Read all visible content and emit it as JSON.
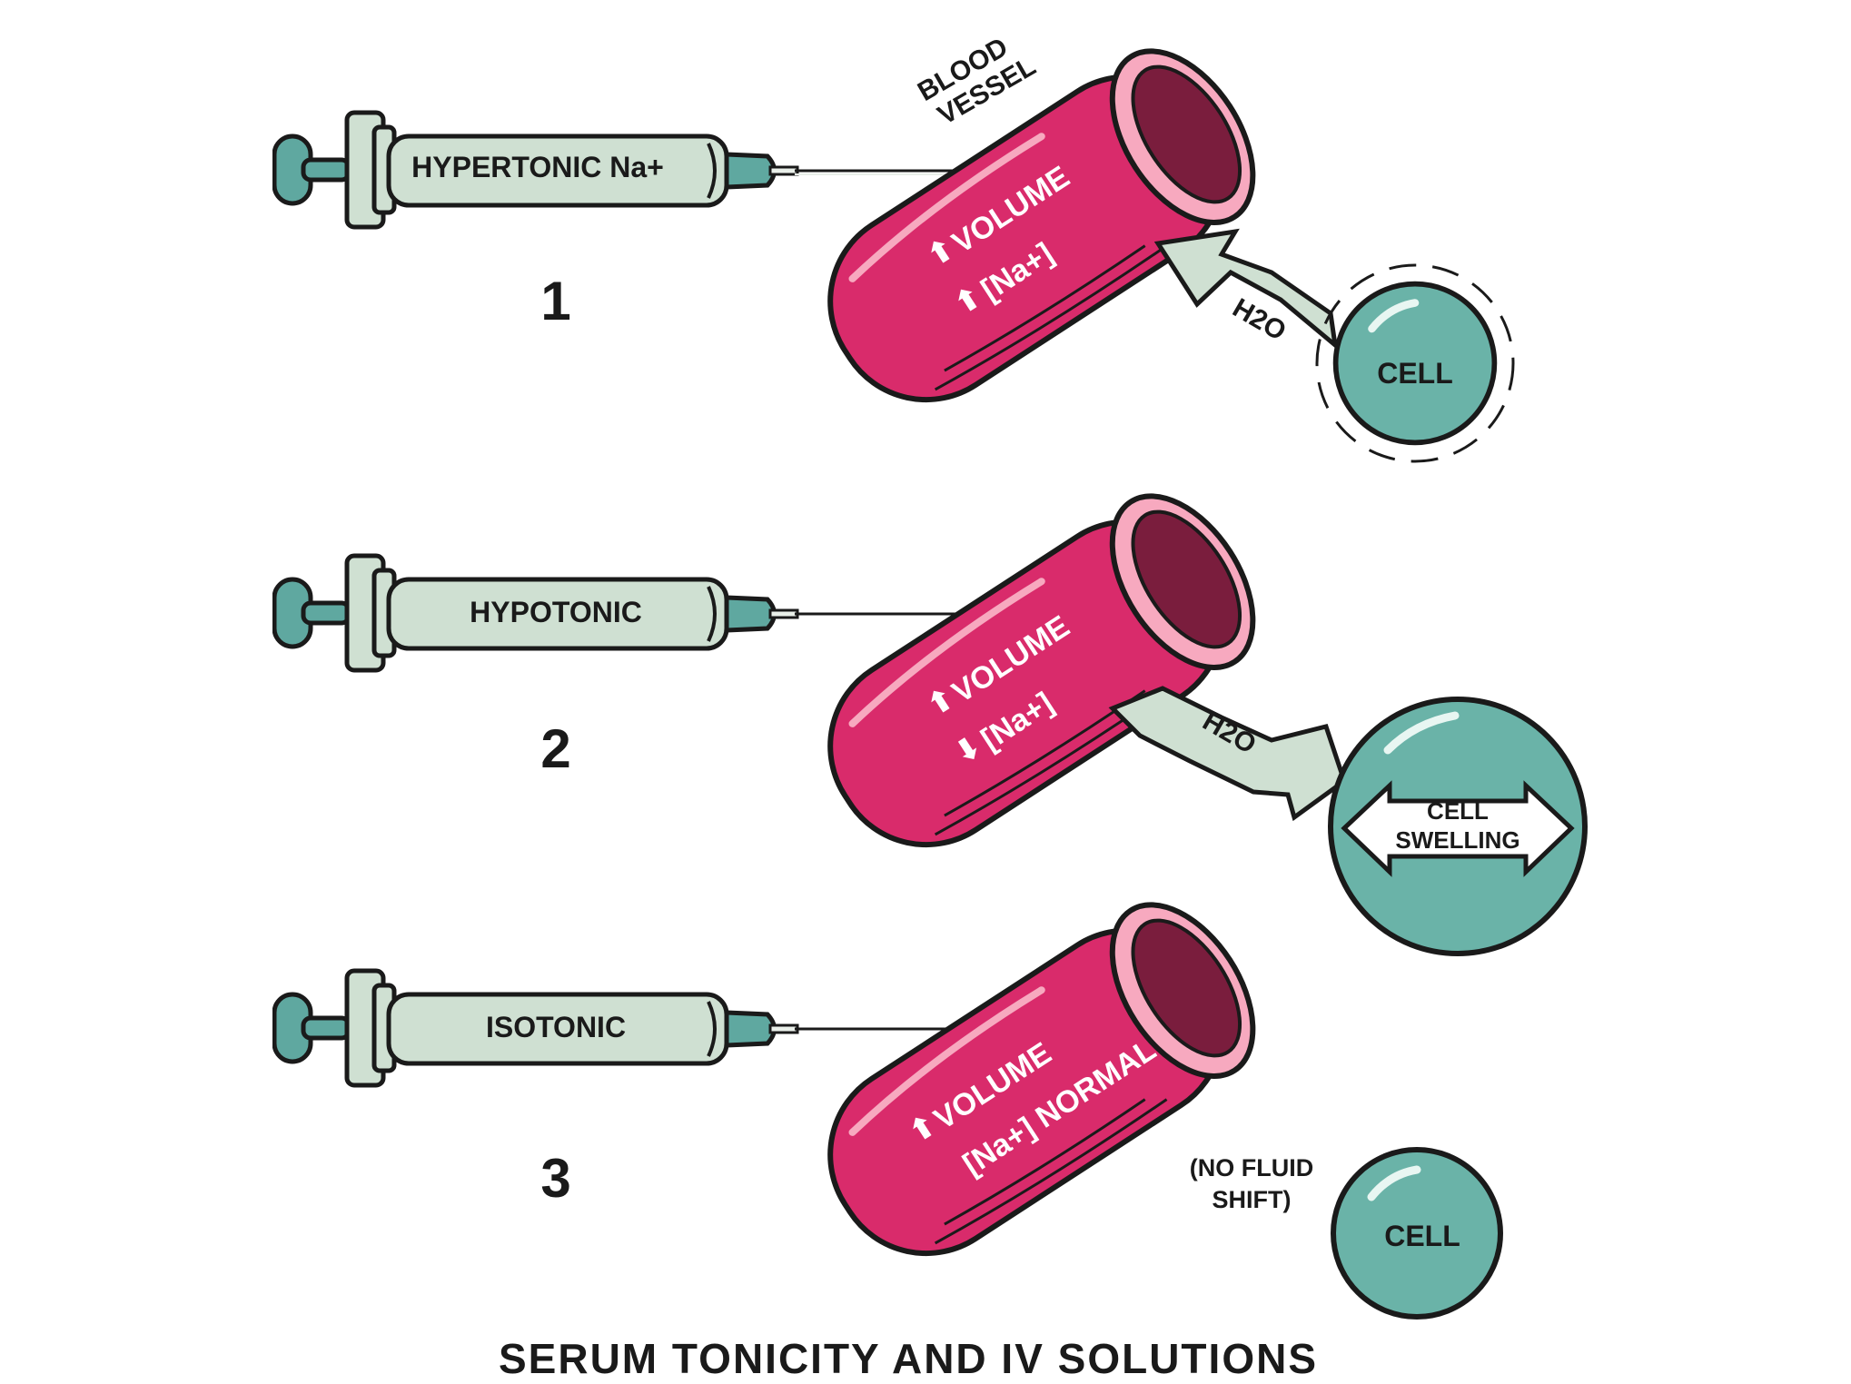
{
  "title": "SERUM TONICITY AND IV SOLUTIONS",
  "vessel_label": {
    "line1": "BLOOD",
    "line2": "VESSEL"
  },
  "colors": {
    "vessel": "#d92b6b",
    "vessel_rim": "#f7a9bf",
    "vessel_inner": "#7a1d3d",
    "syringe": "#cfe0d2",
    "plunger": "#5fa8a0",
    "cell": "#6ab3a8",
    "water_arrow": "#cfe0d2",
    "outline": "#1a1a1a"
  },
  "panels": [
    {
      "number": "1",
      "syringe_label": "HYPERTONIC Na+",
      "volume_arrow": "up",
      "volume_text": "VOLUME",
      "sodium_arrow": "up",
      "sodium_text": "[Na+]",
      "water_label": "H2O",
      "water_direction": "cell-to-vessel",
      "cell_label": "CELL",
      "cell_state": "shrinking"
    },
    {
      "number": "2",
      "syringe_label": "HYPOTONIC",
      "volume_arrow": "up",
      "volume_text": "VOLUME",
      "sodium_arrow": "down",
      "sodium_text": "[Na+]",
      "water_label": "H2O",
      "water_direction": "vessel-to-cell",
      "cell_label_line1": "CELL",
      "cell_label_line2": "SWELLING",
      "cell_state": "swelling"
    },
    {
      "number": "3",
      "syringe_label": "ISOTONIC",
      "volume_arrow": "up",
      "volume_text": "VOLUME",
      "sodium_text": "[Na+] NORMAL",
      "note_line1": "(NO FLUID",
      "note_line2": "SHIFT)",
      "cell_label": "CELL",
      "cell_state": "normal"
    }
  ]
}
